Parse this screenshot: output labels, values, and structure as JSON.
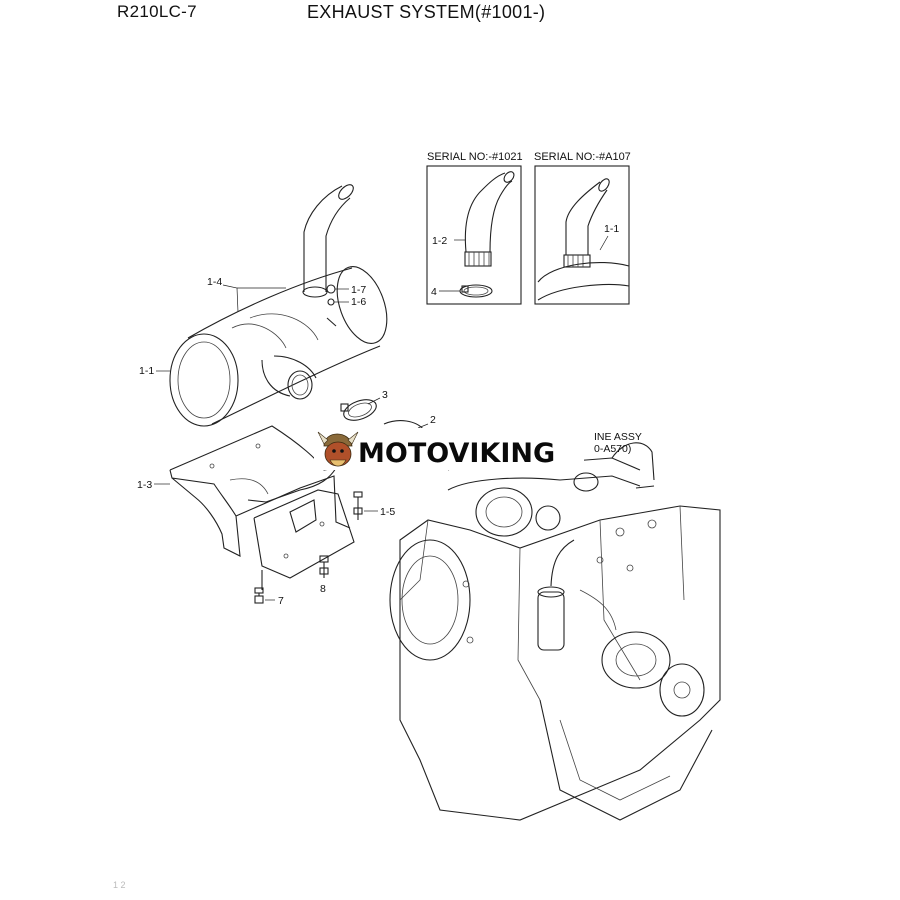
{
  "header": {
    "model": "R210LC-7",
    "title": "EXHAUST SYSTEM(#1001-)"
  },
  "insets": [
    {
      "serial": "SERIAL NO:-#1021",
      "labels": [
        "1-2",
        "4"
      ]
    },
    {
      "serial": "SERIAL NO:-#A107",
      "labels": [
        "1-1"
      ]
    }
  ],
  "callouts": {
    "c14": "1-4",
    "c17": "1-7",
    "c16": "1-6",
    "c11": "1-1",
    "c13": "1-3",
    "c15": "1-5",
    "c3": "3",
    "c2": "2",
    "c7": "7",
    "c8": "8"
  },
  "engine_ref": {
    "line1": "INE ASSY",
    "line2": "0-A570)"
  },
  "watermark": {
    "text": "MOTOVIKING",
    "mascot_icon": "viking-mascot-icon"
  },
  "footer": {
    "page_mark": "1 2"
  }
}
